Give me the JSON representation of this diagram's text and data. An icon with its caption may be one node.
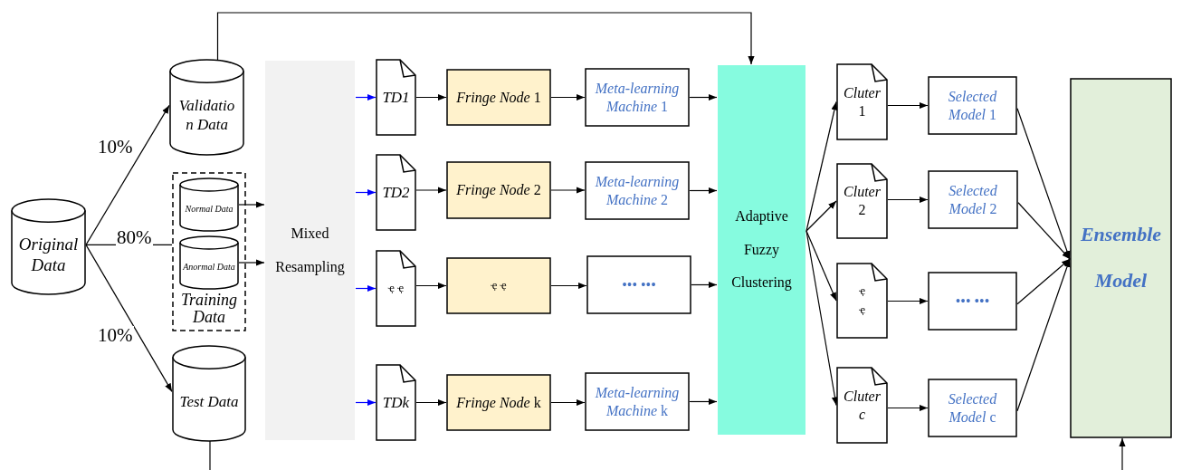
{
  "diagram": {
    "nodes": [
      {
        "text": [
          "Original Data"
        ]
      },
      {
        "text": [
          "Validatio n Data"
        ]
      },
      {
        "text": [
          "Training Data"
        ]
      },
      {
        "text": [
          "Normal Data"
        ],
        "in": 2
      },
      {
        "text": [
          "Anormal Data"
        ],
        "in": 2
      },
      {
        "text": [
          "Test Data"
        ]
      },
      {
        "text": [
          "Mixed Resampling"
        ]
      },
      {
        "text": [
          "TD1"
        ]
      },
      {
        "text": [
          "TD2"
        ]
      },
      {
        "text": [
          "ҿ ҿ"
        ]
      },
      {
        "text": [
          "TDk"
        ]
      },
      {
        "text": [
          "*Fringe Node* 1"
        ]
      },
      {
        "text": [
          "*Fringe Node* 2"
        ]
      },
      {
        "text": [
          "ҿ ҿ"
        ]
      },
      {
        "text": [
          "*Fringe Node* k"
        ]
      },
      {
        "text": [
          "*Meta-learning Machine* 1"
        ]
      },
      {
        "text": [
          "*Meta-learning Machine* 2"
        ]
      },
      {
        "text": [
          "••• •••"
        ]
      },
      {
        "text": [
          "*Meta-learning Machine* k"
        ]
      },
      {
        "text": [
          "Adaptive Fuzzy Clustering"
        ]
      },
      {
        "text": [
          "*Cluter* 1"
        ]
      },
      {
        "text": [
          "*Cluter* 2"
        ]
      },
      {
        "text": [
          "ҿҿ"
        ]
      },
      {
        "text": [
          "Cluter c"
        ]
      },
      {
        "text": [
          "*Selected Model* 1"
        ]
      },
      {
        "text": [
          "*Selected Model* 2"
        ]
      },
      {
        "text": [
          "••• •••"
        ]
      },
      {
        "text": [
          "*Selected Model* c"
        ]
      },
      {
        "text": [
          "Ensemble Model"
        ]
      }
    ],
    "edges": [
      {
        "from": 0,
        "to": 1,
        "arrow": "to",
        "label": "10%"
      },
      {
        "from": 0,
        "to": 2,
        "arrow": "none",
        "label": "80%"
      },
      {
        "from": 0,
        "to": 5,
        "arrow": "to",
        "label": "10%"
      },
      {
        "from": 1,
        "to": 19,
        "arrow": "to"
      },
      {
        "from": 5,
        "to": null,
        "arrow": "none"
      },
      {
        "from": 3,
        "to": 6,
        "arrow": "to"
      },
      {
        "from": 4,
        "to": 6,
        "arrow": "to"
      },
      {
        "from": 6,
        "to": 7,
        "arrow": "to",
        "color": "#0000ff"
      },
      {
        "from": 6,
        "to": 8,
        "arrow": "to",
        "color": "#0000ff"
      },
      {
        "from": 6,
        "to": 9,
        "arrow": "to",
        "color": "#0000ff"
      },
      {
        "from": 6,
        "to": 10,
        "arrow": "to",
        "color": "#0000ff"
      },
      {
        "from": 7,
        "to": 11,
        "arrow": "to"
      },
      {
        "from": 8,
        "to": 12,
        "arrow": "to"
      },
      {
        "from": 9,
        "to": 13,
        "arrow": "to"
      },
      {
        "from": 10,
        "to": 14,
        "arrow": "to"
      },
      {
        "from": 11,
        "to": 15,
        "arrow": "to"
      },
      {
        "from": 12,
        "to": 16,
        "arrow": "to"
      },
      {
        "from": 13,
        "to": 17,
        "arrow": "to"
      },
      {
        "from": 14,
        "to": 18,
        "arrow": "to"
      },
      {
        "from": 15,
        "to": 19,
        "arrow": "to"
      },
      {
        "from": 16,
        "to": 19,
        "arrow": "to"
      },
      {
        "from": 17,
        "to": 19,
        "arrow": "to"
      },
      {
        "from": 18,
        "to": 19,
        "arrow": "to"
      },
      {
        "from": 19,
        "to": 20,
        "arrow": "to"
      },
      {
        "from": 19,
        "to": 21,
        "arrow": "to"
      },
      {
        "from": 19,
        "to": 22,
        "arrow": "to"
      },
      {
        "from": 19,
        "to": 23,
        "arrow": "to"
      },
      {
        "from": 20,
        "to": 24,
        "arrow": "to"
      },
      {
        "from": 21,
        "to": 25,
        "arrow": "to"
      },
      {
        "from": 22,
        "to": 26,
        "arrow": "to"
      },
      {
        "from": 23,
        "to": 27,
        "arrow": "to"
      },
      {
        "from": 24,
        "to": 28,
        "arrow": "to"
      },
      {
        "from": 25,
        "to": 28,
        "arrow": "to"
      },
      {
        "from": 26,
        "to": 28,
        "arrow": "to"
      },
      {
        "from": 27,
        "to": 28,
        "arrow": "to"
      },
      {
        "from": null,
        "to": 28,
        "arrow": "to"
      }
    ]
  }
}
